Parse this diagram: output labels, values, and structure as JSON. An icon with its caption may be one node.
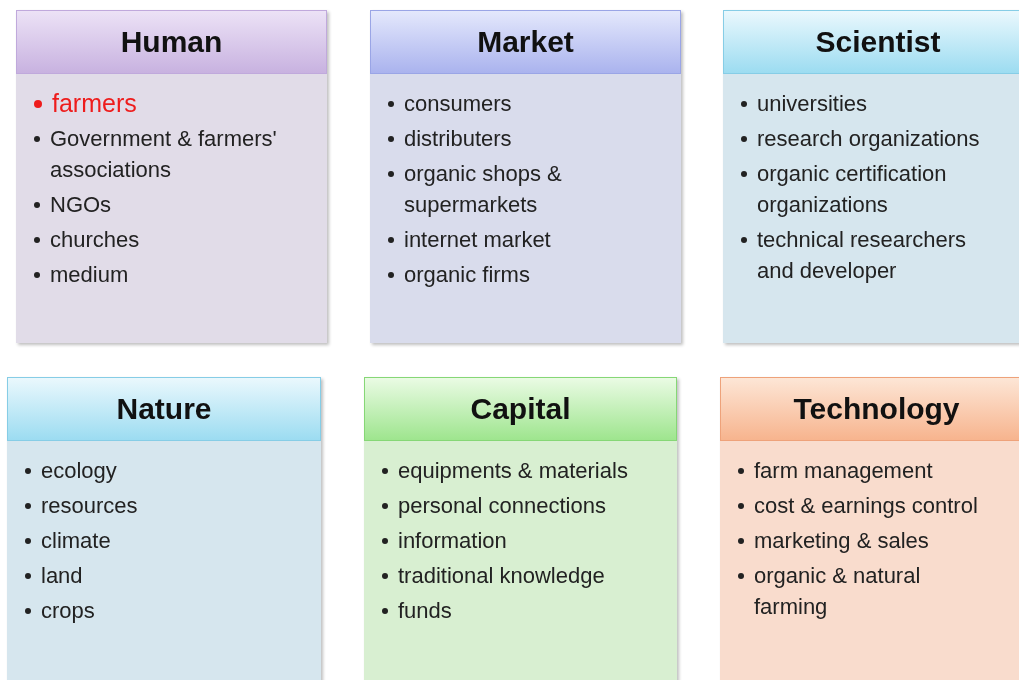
{
  "diagram": {
    "nodes": [
      {
        "text": [
          "Human",
          "farmers",
          "Government & farmers' associations",
          "NGOs",
          "churches",
          "medium"
        ]
      },
      {
        "text": [
          "Market",
          "consumers",
          "distributers",
          "organic shops & supermarkets",
          "internet market",
          "organic firms"
        ]
      },
      {
        "text": [
          "Scientist",
          "universities",
          "research organizations",
          "organic certification organizations",
          "technical researchers and developer"
        ]
      },
      {
        "text": [
          "Nature",
          "ecology",
          "resources",
          "climate",
          "land",
          "crops"
        ]
      },
      {
        "text": [
          "Capital",
          "equipments & materials",
          "personal connections",
          "information",
          "traditional knowledge",
          "funds"
        ]
      },
      {
        "text": [
          "Technology",
          "farm management",
          "cost  & earnings control",
          "marketing & sales",
          "organic & natural farming"
        ]
      }
    ]
  }
}
